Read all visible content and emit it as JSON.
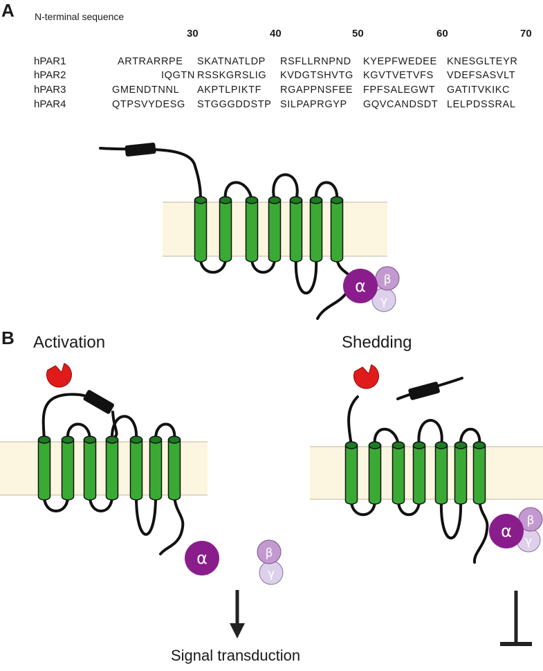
{
  "panel_a": {
    "letter": "A",
    "subtitle": "N-terminal sequence",
    "positions": [
      "30",
      "40",
      "50",
      "60",
      "70"
    ],
    "rows": [
      {
        "name": "hPAR1",
        "blocks": [
          "ARTRARRPE",
          "SKATNATLDP",
          "RSFLLRNPND",
          "KYEPFWEDEE",
          "KNESGLTEYR"
        ]
      },
      {
        "name": "hPAR2",
        "blocks": [
          "",
          "IQGTN",
          "RSSKGRSLIG",
          "KVDGTSHVTG",
          "KGVTVETVFS",
          "VDEFSASVLT"
        ]
      },
      {
        "name": "hPAR3",
        "blocks": [
          "GMENDTNNL",
          "AKPTLPIKTF",
          "RGAPPNSFEE",
          "FPFSALEGWT",
          "GATITVKIKC"
        ]
      },
      {
        "name": "hPAR4",
        "blocks": [
          "QTPSVYDESG",
          "STGGGDDSTP",
          "SILPAPRGYP",
          "GQVCANDSDT",
          "LELPDSSRAL"
        ]
      }
    ]
  },
  "panel_b": {
    "letter": "B",
    "activation_title": "Activation",
    "shedding_title": "Shedding",
    "signal_label": "Signal transduction"
  },
  "gprotein": {
    "alpha": "α",
    "beta": "β",
    "gamma": "γ"
  },
  "colors": {
    "membrane": "#fcf6e1",
    "helix": "#3aaa35",
    "helix_dark": "#1f7a24",
    "protease": "#e11b1b",
    "g_alpha": "#8a1d8c",
    "g_beta": "#c39ad0",
    "g_gamma": "#ddd0ea"
  }
}
